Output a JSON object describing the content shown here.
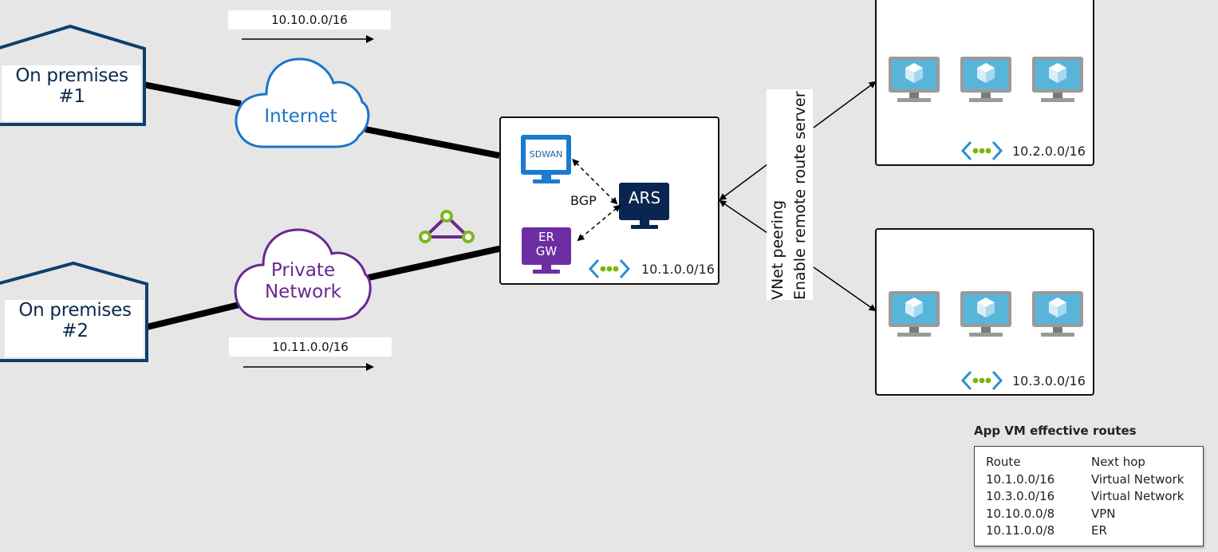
{
  "on_premises": [
    {
      "line1": "On premises",
      "line2": "#1"
    },
    {
      "line1": "On premises",
      "line2": "#2"
    }
  ],
  "prefixes": {
    "internet_path": "10.10.0.0/16",
    "private_path": "10.11.0.0/16"
  },
  "clouds": {
    "internet": {
      "label": "Internet",
      "color": "#1b75c8"
    },
    "private": {
      "line1": "Private",
      "line2": "Network",
      "color": "#68288f"
    }
  },
  "hub_vnet": {
    "cidr": "10.1.0.0/16",
    "sdwan_label": "SDWAN",
    "ars_label": "ARS",
    "ergw_line1": "ER",
    "ergw_line2": "GW",
    "bgp_label": "BGP",
    "colors": {
      "sdwan": "#1a7bd0",
      "ars": "#0a2550",
      "ergw": "#6d2ea3"
    }
  },
  "peering": {
    "line1": "VNet peering",
    "line2": "Enable remote route server"
  },
  "spoke_vnets": [
    {
      "cidr": "10.2.0.0/16",
      "vm_count": 3
    },
    {
      "cidr": "10.3.0.0/16",
      "vm_count": 3
    }
  ],
  "effective_routes": {
    "title": "App VM effective routes",
    "headers": [
      "Route",
      "Next hop"
    ],
    "rows": [
      [
        "10.1.0.0/16",
        "Virtual Network"
      ],
      [
        "10.3.0.0/16",
        "Virtual Network"
      ],
      [
        "10.10.0.0/8",
        "VPN"
      ],
      [
        "10.11.0.0/8",
        "ER"
      ]
    ]
  },
  "colors": {
    "background": "#e6e6e6",
    "house_border": "#0e3f6e",
    "vnet_icon_bracket": "#2b8fd0",
    "vnet_icon_dots": "#7ab800",
    "expressroute_icon_line": "#6b2a8e",
    "expressroute_icon_node": "#7cb820"
  }
}
